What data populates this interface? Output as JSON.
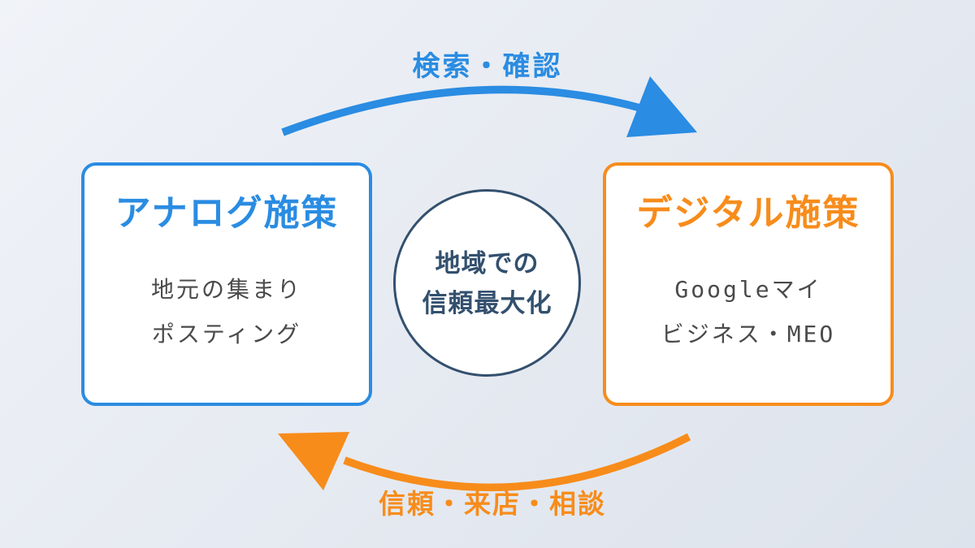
{
  "colors": {
    "blue": "#2a8ce2",
    "orange": "#f78c1b",
    "navy": "#33506e",
    "text_gray": "#4a4a4a",
    "background_top": "#f0f3f8",
    "background_bottom": "#dde3ec"
  },
  "top_arrow": {
    "label": "検索・確認"
  },
  "bottom_arrow": {
    "label": "信頼・来店・相談"
  },
  "left_box": {
    "title": "アナログ施策",
    "items": [
      "地元の集まり",
      "ポスティング"
    ]
  },
  "right_box": {
    "title": "デジタル施策",
    "items": [
      "Googleマイ",
      "ビジネス・MEO"
    ]
  },
  "center_circle": {
    "lines": [
      "地域での",
      "信頼最大化"
    ]
  }
}
